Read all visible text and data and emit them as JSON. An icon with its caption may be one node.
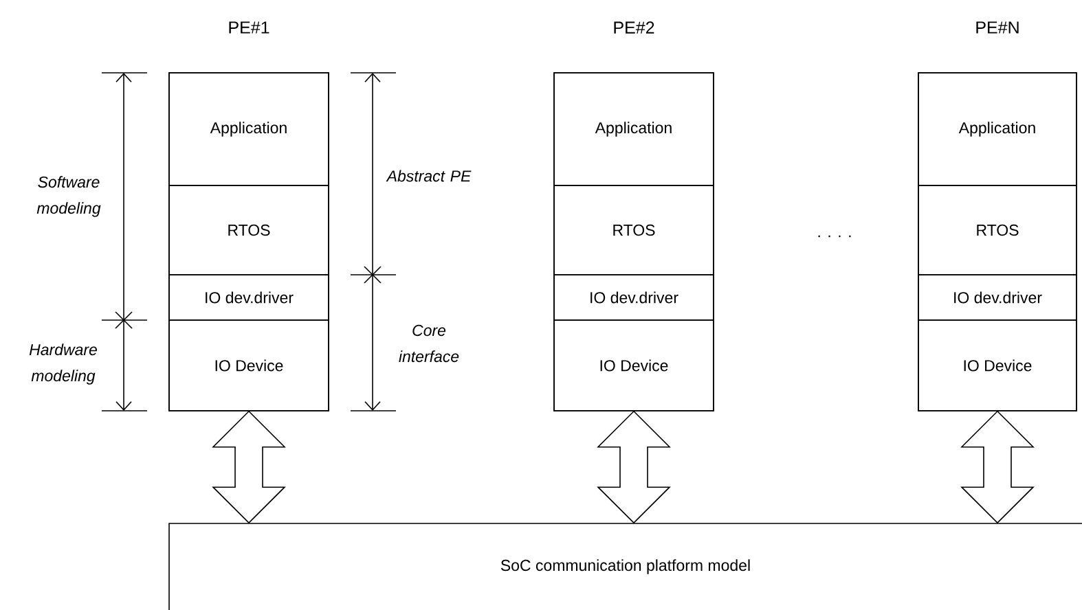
{
  "diagram": {
    "nodes": [
      {
        "text": [
          "PE#1"
        ]
      },
      {
        "text": [
          "Application"
        ],
        "in": 0
      },
      {
        "text": [
          "RTOS"
        ],
        "in": 0
      },
      {
        "text": [
          "IO dev.driver"
        ],
        "in": 0
      },
      {
        "text": [
          "IO Device"
        ],
        "in": 0
      },
      {
        "text": [
          "PE#2"
        ]
      },
      {
        "text": [
          "Application"
        ],
        "in": 5
      },
      {
        "text": [
          "RTOS"
        ],
        "in": 5
      },
      {
        "text": [
          "IO dev.driver"
        ],
        "in": 5
      },
      {
        "text": [
          "IO Device"
        ],
        "in": 5
      },
      {
        "text": [
          "PE#N"
        ]
      },
      {
        "text": [
          "Application"
        ],
        "in": 10
      },
      {
        "text": [
          "RTOS"
        ],
        "in": 10
      },
      {
        "text": [
          "IO dev.driver"
        ],
        "in": 10
      },
      {
        "text": [
          "IO Device"
        ],
        "in": 10
      },
      {
        "text": [
          "SoC communication platform model"
        ]
      }
    ],
    "edges": [
      {
        "from": 4,
        "to": 15,
        "arrow": "both"
      },
      {
        "from": 9,
        "to": 15,
        "arrow": "both"
      },
      {
        "from": 14,
        "to": 15,
        "arrow": "both"
      }
    ],
    "labels": [
      "Software modeling",
      "Hardware modeling",
      "Abstract PE",
      "Core interface",
      ". . . ."
    ]
  }
}
